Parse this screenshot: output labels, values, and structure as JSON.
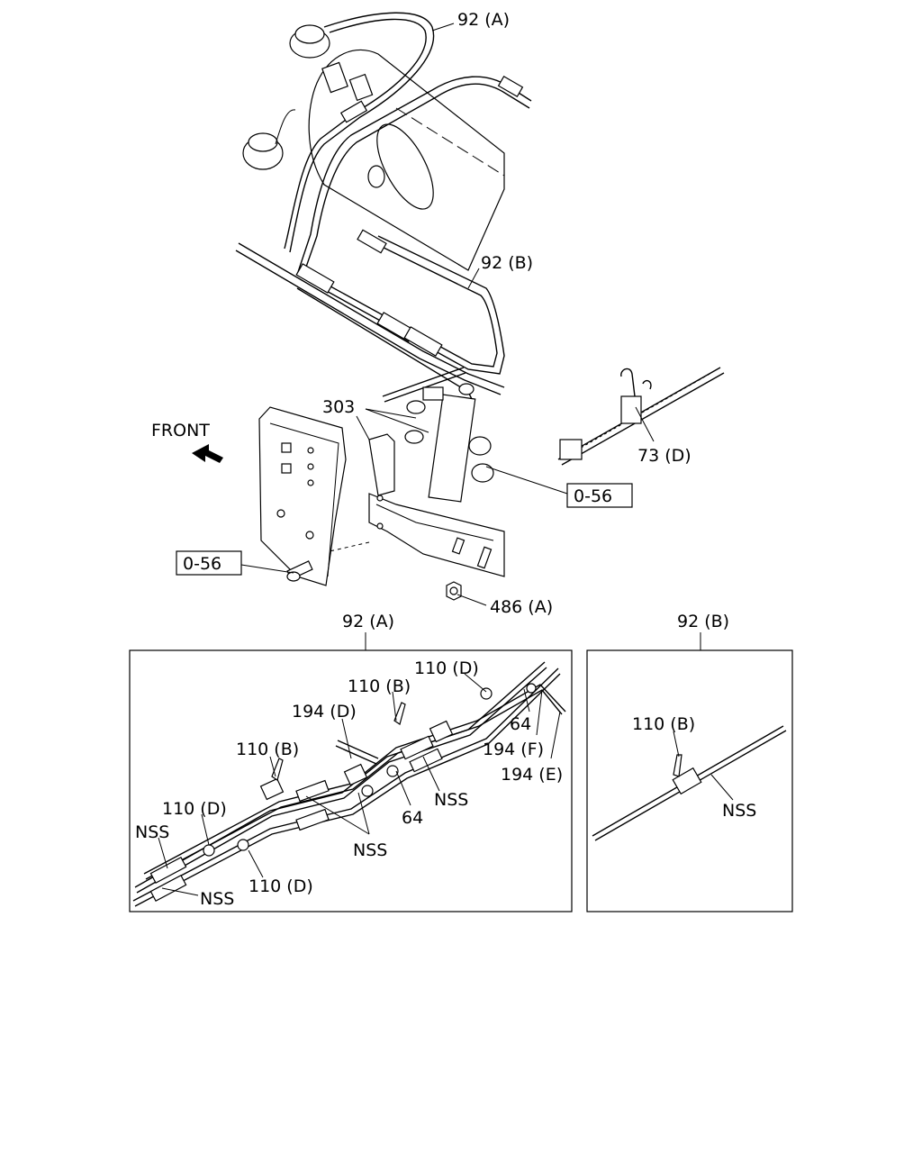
{
  "labels": {
    "main_92a": "92 (A)",
    "main_92b": "92 (B)",
    "main_303": "303",
    "main_0_56_right": "0-56",
    "main_0_56_left": "0-56",
    "main_486a": "486 (A)",
    "main_73d": "73 (D)",
    "front": "FRONT",
    "inset_a_title": "92 (A)",
    "inset_b_title": "92 (B)",
    "a_110d_top": "110 (D)",
    "a_110b_top": "110 (B)",
    "a_194d": "194 (D)",
    "a_64_right": "64",
    "a_194f": "194 (F)",
    "a_194e": "194 (E)",
    "a_110b_left": "110 (B)",
    "a_nss_mid": "NSS",
    "a_110d_left": "110 (D)",
    "a_nss_left": "NSS",
    "a_64_mid": "64",
    "a_nss_center": "NSS",
    "a_110d_bottom": "110 (D)",
    "a_nss_bottom": "NSS",
    "b_110b": "110 (B)",
    "b_nss": "NSS"
  }
}
